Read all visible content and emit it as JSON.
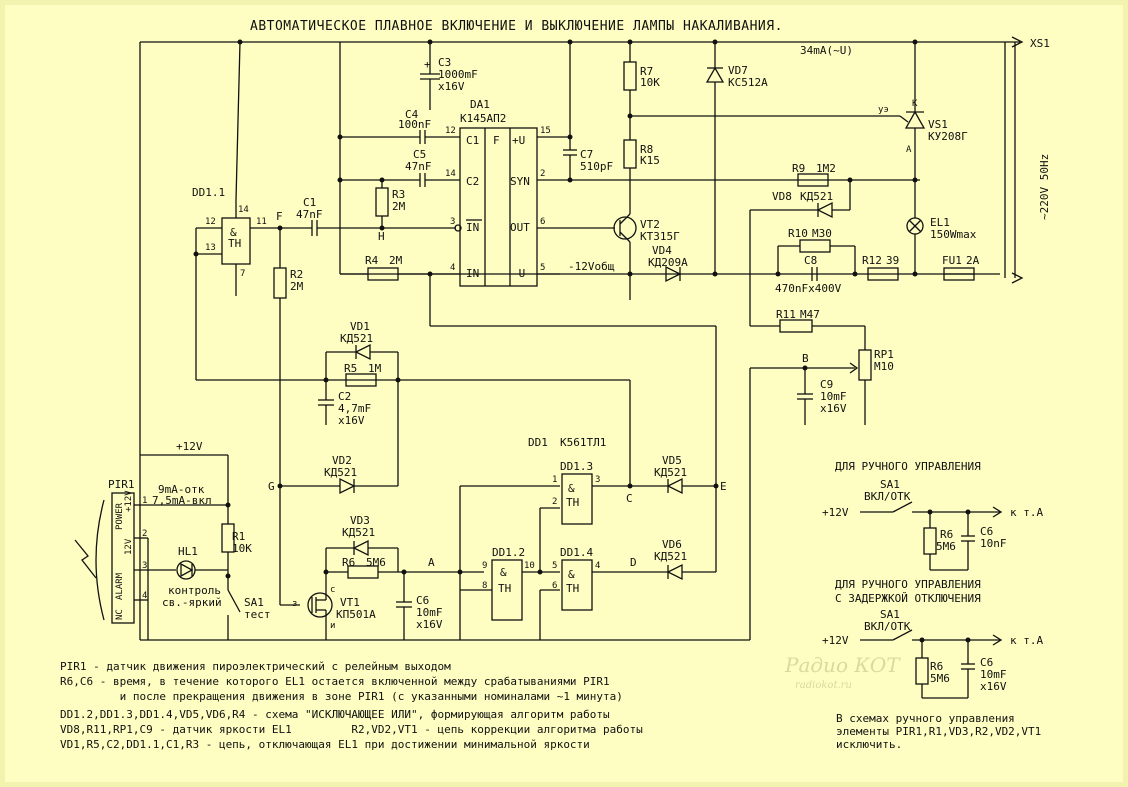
{
  "title": "АВТОМАТИЧЕСКОЕ ПЛАВНОЕ ВКЛЮЧЕНИЕ И ВЫКЛЮЧЕНИЕ ЛАМПЫ НАКАЛИВАНИЯ.",
  "supply": {
    "xs1": "XS1",
    "current": "34mA(~U)",
    "mains": "~220V 50Hz",
    "plus12": "+12V",
    "minus12": "-12Vобщ"
  },
  "parts": {
    "c3": {
      "ref": "C3",
      "v1": "1000mF",
      "v2": "x16V"
    },
    "da1": {
      "ref": "DA1",
      "type": "К145АП2",
      "p_c1": "C1",
      "p_c2": "C2",
      "p_in_n": "IN",
      "p_in": "IN",
      "p_f": "F",
      "p_u": "+U",
      "p_syn": "SYN",
      "p_out": "OUT",
      "p_mu": "-U",
      "n12": "12",
      "n14": "14",
      "n3": "3",
      "n4": "4",
      "n15": "15",
      "n2": "2",
      "n6": "6",
      "n5": "5"
    },
    "c4": {
      "ref": "C4",
      "v": "100nF"
    },
    "c5": {
      "ref": "C5",
      "v": "47nF"
    },
    "c7": {
      "ref": "C7",
      "v": "510pF"
    },
    "r7": {
      "ref": "R7",
      "v": "10K"
    },
    "r8": {
      "ref": "R8",
      "v": "K15"
    },
    "vd7": {
      "ref": "VD7",
      "v": "КС512А"
    },
    "vs1": {
      "ref": "VS1",
      "v": "КУ208Г",
      "ue": "уэ",
      "k": "К",
      "a": "А"
    },
    "r9": {
      "ref": "R9",
      "v": "1M2"
    },
    "vd8": {
      "ref": "VD8",
      "v": "КД521"
    },
    "el1": {
      "ref": "EL1",
      "v": "150Wmax"
    },
    "r10": {
      "ref": "R10",
      "v": "M30"
    },
    "c8": {
      "ref": "C8",
      "v": "470nFx400V"
    },
    "r12": {
      "ref": "R12",
      "v": "39"
    },
    "fu1": {
      "ref": "FU1",
      "v": "2A"
    },
    "vt2": {
      "ref": "VT2",
      "v": "КТ315Г"
    },
    "vd4": {
      "ref": "VD4",
      "v": "КД209А"
    },
    "r11": {
      "ref": "R11",
      "v": "M47"
    },
    "rp1": {
      "ref": "RP1",
      "v": "M10"
    },
    "c9": {
      "ref": "C9",
      "v1": "10mF",
      "v2": "x16V"
    },
    "dd11": {
      "ref": "DD1.1",
      "n14": "14",
      "n12": "12",
      "n11": "11",
      "n13": "13",
      "n7": "7",
      "amp": "&",
      "th": "TH"
    },
    "c1": {
      "ref": "C1",
      "v": "47nF"
    },
    "r3": {
      "ref": "R3",
      "v": "2M"
    },
    "r4": {
      "ref": "R4",
      "v": "2M"
    },
    "r2": {
      "ref": "R2",
      "v": "2M"
    },
    "vd1": {
      "ref": "VD1",
      "v": "КД521"
    },
    "r5": {
      "ref": "R5",
      "v": "1M"
    },
    "c2": {
      "ref": "C2",
      "v1": "4,7mF",
      "v2": "x16V"
    },
    "dd1": {
      "ref": "DD1",
      "v": "К561ТЛ1"
    },
    "vd2": {
      "ref": "VD2",
      "v": "КД521"
    },
    "vd3": {
      "ref": "VD3",
      "v": "КД521"
    },
    "r6": {
      "ref": "R6",
      "v": "5M6"
    },
    "c6": {
      "ref": "C6",
      "v1": "10mF",
      "v2": "x16V"
    },
    "vt1": {
      "ref": "VT1",
      "v": "КП501А",
      "s": "с",
      "z": "з",
      "i": "и"
    },
    "dd12": {
      "ref": "DD1.2",
      "n9": "9",
      "n10": "10",
      "n8": "8"
    },
    "dd13": {
      "ref": "DD1.3",
      "n1": "1",
      "n3": "3",
      "n2": "2"
    },
    "dd14": {
      "ref": "DD1.4",
      "n5": "5",
      "n4": "4",
      "n6": "6"
    },
    "vd5": {
      "ref": "VD5",
      "v": "КД521"
    },
    "vd6": {
      "ref": "VD6",
      "v": "КД521"
    },
    "r1": {
      "ref": "R1",
      "v": "10K"
    },
    "hl1": {
      "ref": "HL1",
      "v1": "контроль",
      "v2": "св.-яркий"
    },
    "sa1": {
      "ref": "SA1",
      "v": "тест"
    },
    "pir1": {
      "ref": "PIR1",
      "power": "POWER",
      "plus12": "+12V",
      "v12": "12V",
      "alarm": "ALARM",
      "nc": "NC",
      "n1": "1",
      "n2": "2",
      "n3": "3",
      "n4": "4",
      "cur1": "9mA-отк",
      "cur2": "7,5mA-вкл"
    }
  },
  "nodes": {
    "f": "F",
    "h": "H",
    "g": "G",
    "a": "A",
    "b": "B",
    "c": "C",
    "d": "D",
    "e": "E"
  },
  "manual": {
    "title1": "ДЛЯ РУЧНОГО УПРАВЛЕНИЯ",
    "title2a": "ДЛЯ РУЧНОГО УПРАВЛЕНИЯ",
    "title2b": "С ЗАДЕРЖКОЙ ОТКЛЮЧЕНИЯ",
    "sa1": "SA1",
    "onoff": "ВКЛ/ОТК",
    "plus12": "+12V",
    "k_ta": "к т.А",
    "r6": "R6",
    "r6v": "5M6",
    "c6": "C6",
    "c6v": "10nF",
    "c6b": "C6",
    "c6bv1": "10mF",
    "c6bv2": "x16V",
    "note1": "В схемах ручного управления",
    "note2": "элементы PIR1,R1,VD3,R2,VD2,VT1",
    "note3": "исключить."
  },
  "watermark": {
    "l1": "Радио КОТ",
    "l2": "radiokot.ru"
  },
  "notes": [
    "PIR1 -  датчик движения пироэлектрический с релейным выходом",
    "R6,C6 - время, в течение которого EL1 остается включенной между срабатываниями PIR1",
    "         и после прекращения движения в зоне PIR1 (с указанными номиналами ~1 минута)",
    "DD1.2,DD1.3,DD1.4,VD5,VD6,R4 - схема \"ИСКЛЮЧАЮЩЕЕ ИЛИ\", формирующая алгоритм работы",
    "VD8,R11,RP1,C9 - датчик яркости EL1         R2,VD2,VT1 - цепь коррекции алгоритма работы",
    "VD1,R5,C2,DD1.1,C1,R3 - цепь, отключающая EL1 при достижении минимальной яркости"
  ]
}
